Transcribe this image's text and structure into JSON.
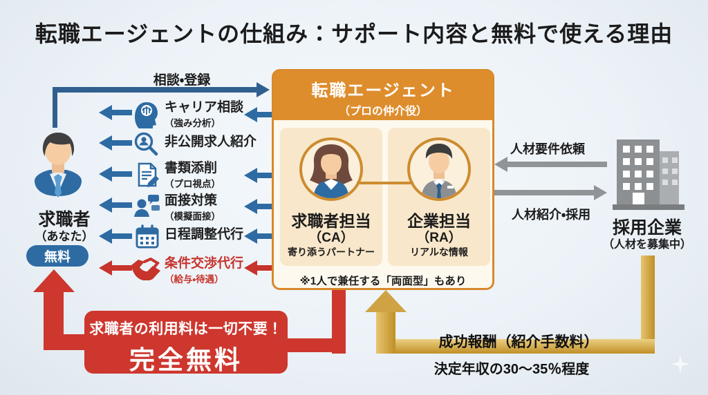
{
  "title": "転職エージェントの仕組み：サポート内容と無料で使える理由",
  "colors": {
    "blue": "#2e6ba3",
    "navy": "#30608f",
    "red": "#c6342c",
    "orange": "#de8d2d",
    "gold": "#c99a2e",
    "gray": "#909497",
    "background": "#ecf2f7"
  },
  "job_seeker": {
    "label": "求職者",
    "sub": "（あなた）",
    "badge": "無料"
  },
  "register_arrow": {
    "label": "相談・登録"
  },
  "services": [
    {
      "label": "キャリア相談",
      "sub": "（強み分析）",
      "icon": "brain-icon"
    },
    {
      "label": "非公開求人紹介",
      "sub": "",
      "icon": "search-person-icon"
    },
    {
      "label": "書類添削",
      "sub": "（プロ視点）",
      "icon": "document-icon"
    },
    {
      "label": "面接対策",
      "sub": "（模擬面接）",
      "icon": "interview-icon"
    },
    {
      "label": "日程調整代行",
      "sub": "",
      "icon": "calendar-icon"
    },
    {
      "label": "条件交渉代行",
      "sub": "（給与・待遇）",
      "icon": "handshake-icon"
    }
  ],
  "agent": {
    "title": "転職エージェント",
    "subtitle": "（プロの仲介役）",
    "ca": {
      "title": "求職者担当",
      "code": "（CA）",
      "desc": "寄り添うパートナー"
    },
    "ra": {
      "title": "企業担当",
      "code": "（RA）",
      "desc": "リアルな情報"
    },
    "note": "※1人で兼任する「両面型」もあり"
  },
  "company": {
    "label": "採用企業",
    "sub": "（人材を募集中）",
    "request_label": "人材要件依頼",
    "hire_label": "人材紹介・採用"
  },
  "free_banner": {
    "line1": "求職者の利用料は一切不要！",
    "line2": "完全無料"
  },
  "success_fee": {
    "label": "成功報酬（紹介手数料）",
    "detail": "決定年収の30〜35％程度"
  }
}
